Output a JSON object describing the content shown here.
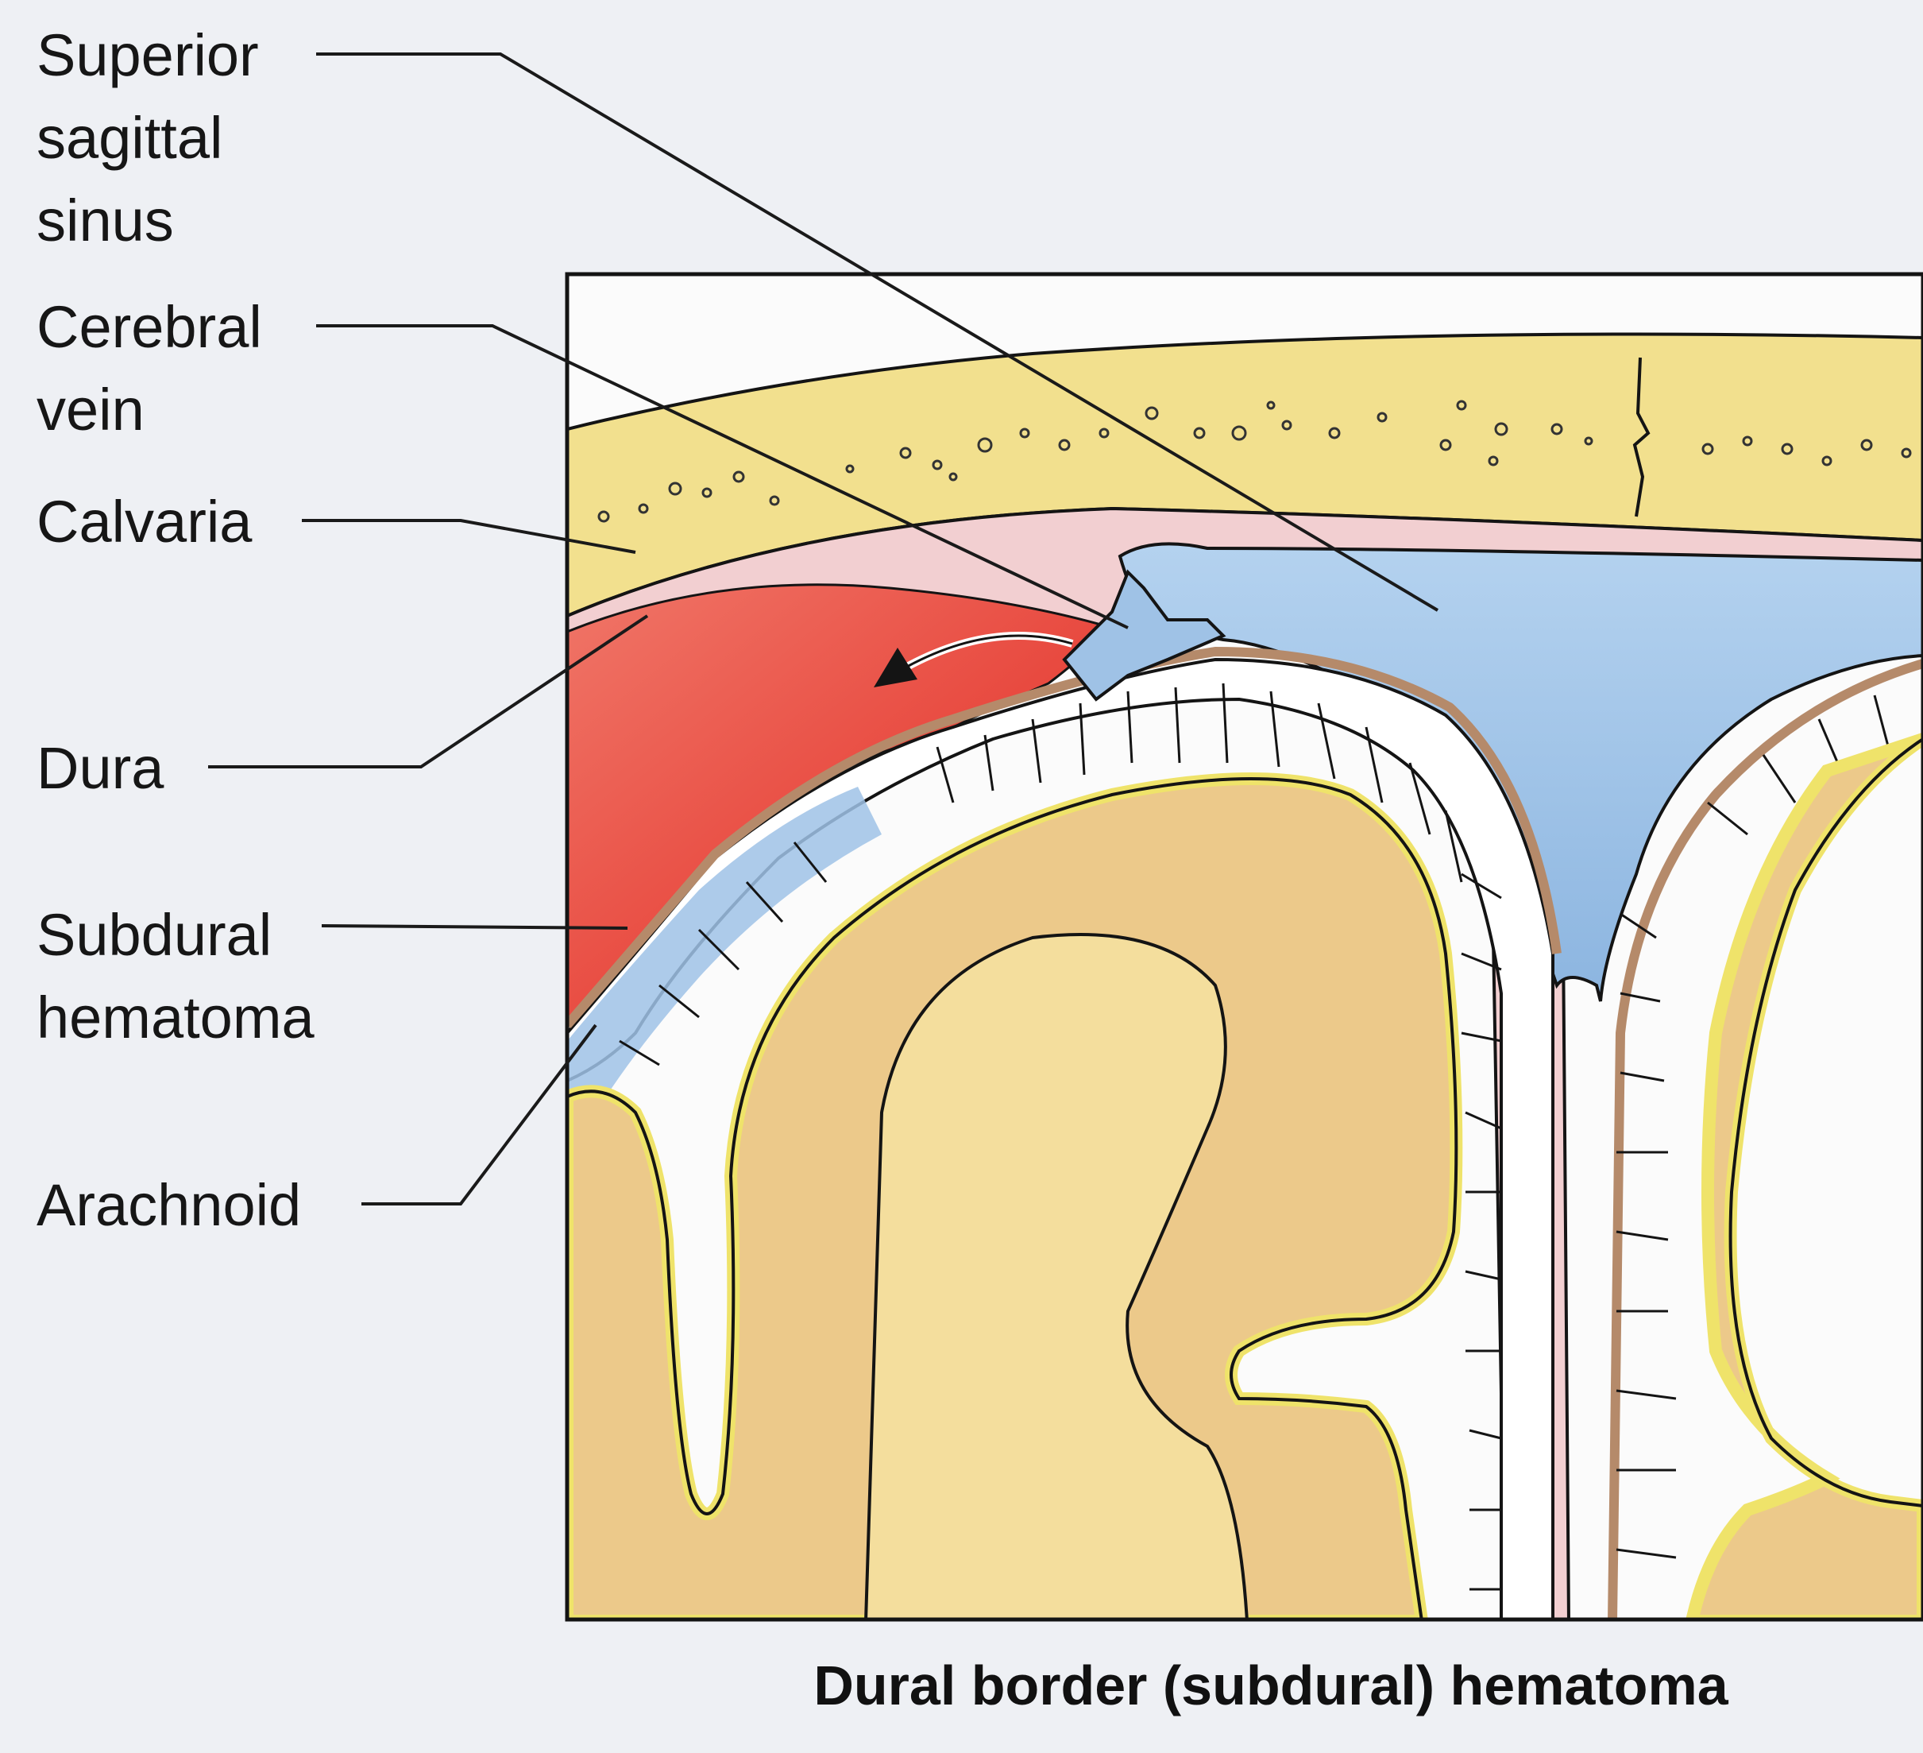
{
  "labels": {
    "superior_sagittal_sinus": [
      "Superior",
      "sagittal",
      "sinus"
    ],
    "cerebral_vein": [
      "Cerebral",
      "vein"
    ],
    "calvaria": [
      "Calvaria"
    ],
    "dura": [
      "Dura"
    ],
    "subdural_hematoma": [
      "Subdural",
      "hematoma"
    ],
    "arachnoid": [
      "Arachnoid"
    ]
  },
  "caption": "Dural border (subdural) hematoma",
  "colors": {
    "background": "#eef0f4",
    "bone": "#f2e08e",
    "dura": "#f2cfd1",
    "sinus": "#9fc2e6",
    "hematoma": "#e8504a",
    "cortex": "#ecc98a",
    "white_matter": "#f4de9d",
    "pia": "#efe36a",
    "arachnoid_membrane": "#b58a6a",
    "outline": "#141414"
  }
}
